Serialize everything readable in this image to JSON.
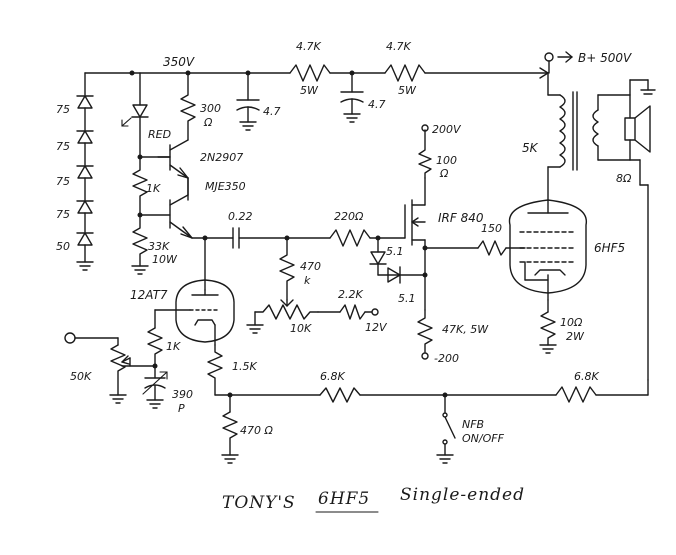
{
  "title": {
    "prefix": "TONY'S",
    "tube": "6HF5",
    "suffix": "Single-ended"
  },
  "labels": {
    "supply_350": "350V",
    "r_4k7_a": "4.7K",
    "r_5w_a": "5W",
    "r_4k7_b": "4.7K",
    "r_5w_b": "5W",
    "b_plus": "B+ 500V",
    "cap_47_a": "4.7",
    "cap_47_b": "4.7",
    "zener_75_1": "75",
    "zener_75_2": "75",
    "zener_75_3": "75",
    "zener_75_4": "75",
    "zener_50": "50",
    "led_red": "RED",
    "r_300": "300",
    "ohm_300": "Ω",
    "q_2n2907": "2N2907",
    "r_1k_top": "1K",
    "q_mje350": "MJE350",
    "cap_022": "0.22",
    "r_33k": "33K",
    "r_33k_w": "10W",
    "tube_12at7": "12AT7",
    "r_470k": "470",
    "r_470k_k": "k",
    "r_22k": "2.2K",
    "v_12": "12V",
    "pot_10k": "10K",
    "r_220": "220Ω",
    "z_51_a": "5.1",
    "z_51_b": "5.1",
    "v_200": "200V",
    "r_100": "100",
    "ohm_100": "Ω",
    "mosfet": "IRF 840",
    "r_150": "150",
    "r_47k": "47K, 5W",
    "v_neg200": "-200",
    "xfmr_5k": "5K",
    "spk": "8Ω",
    "tube_6hf5": "6HF5",
    "r_10": "10Ω",
    "r_10_w": "2W",
    "pot_50k": "50K",
    "r_1k_grid": "1K",
    "cap_390": "390",
    "cap_390_p": "P",
    "r_15k": "1.5K",
    "r_68k_a": "6.8K",
    "r_68k_b": "6.8K",
    "r_470": "470 Ω",
    "nfb": "NFB",
    "nfb_sw": "ON/OFF"
  }
}
